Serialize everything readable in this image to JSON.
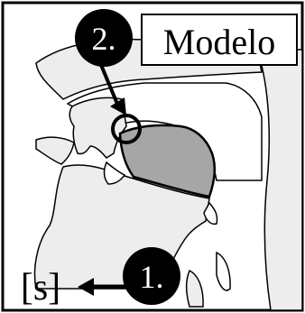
{
  "diagram": {
    "title_box": {
      "label": "Modelo"
    },
    "steps": [
      {
        "number": "2.",
        "role": "place-of-articulation"
      },
      {
        "number": "1.",
        "role": "sound"
      }
    ],
    "phoneme": {
      "symbol": "[s]"
    },
    "colors": {
      "outline": "#000000",
      "soft_tissue": "#ededed",
      "tongue": "#a6a6a6",
      "background": "#ffffff",
      "badge": "#000000"
    }
  }
}
